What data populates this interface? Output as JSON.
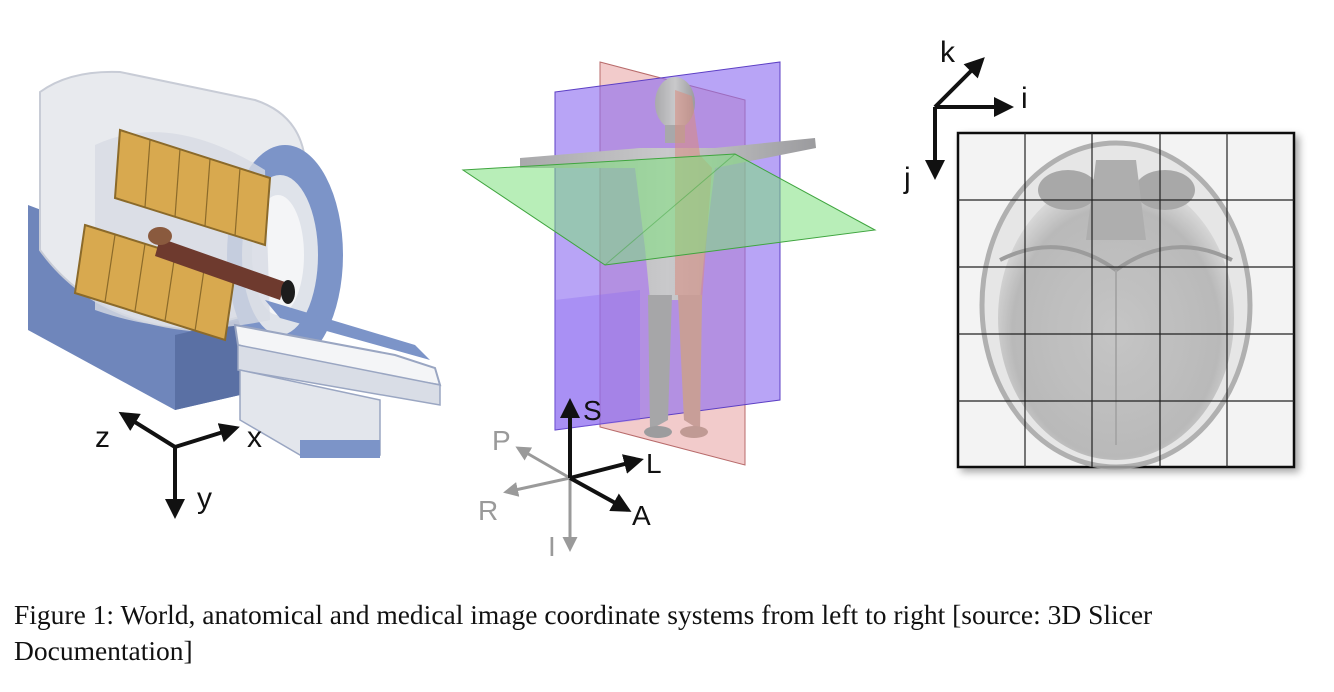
{
  "figure": {
    "panels": [
      {
        "name": "world-coordinate-system",
        "axes": [
          "z",
          "x",
          "y"
        ]
      },
      {
        "name": "anatomical-coordinate-system",
        "axes_dark": [
          "S",
          "L",
          "A"
        ],
        "axes_light": [
          "P",
          "R",
          "I"
        ]
      },
      {
        "name": "medical-image-coordinate-system",
        "axes": [
          "k",
          "i",
          "j"
        ],
        "grid": {
          "rows": 5,
          "cols": 5
        }
      }
    ],
    "colors": {
      "scanner_body": "#7c94c8",
      "scanner_cover": "#e7e9ee",
      "coils": "#d8a94f",
      "sagittal_plane": "#8d6cf0",
      "coronal_plane": "#e8a0a0",
      "axial_plane": "#7ee07e",
      "axis_dark": "#111111",
      "axis_light": "#9a9a9a"
    },
    "caption": "Figure 1: World, anatomical and medical image coordinate systems from left to right [source: 3D Slicer Documentation]"
  }
}
